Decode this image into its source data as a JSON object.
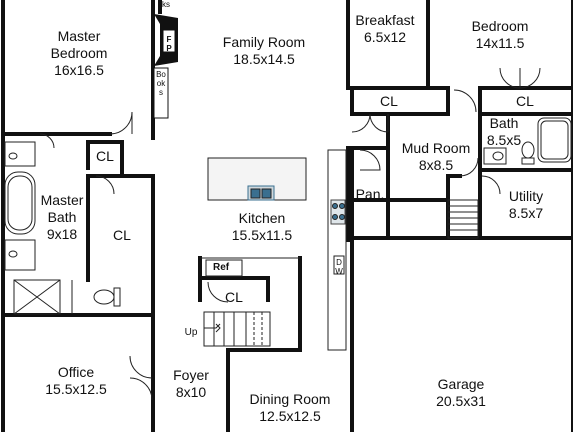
{
  "rooms": {
    "master_bedroom": {
      "name": "Master\nBedroom",
      "dims": "16x16.5"
    },
    "family_room": {
      "name": "Family Room",
      "dims": "18.5x14.5"
    },
    "breakfast": {
      "name": "Breakfast",
      "dims": "6.5x12"
    },
    "bedroom": {
      "name": "Bedroom",
      "dims": "14x11.5"
    },
    "mud_room": {
      "name": "Mud Room",
      "dims": "8x8.5"
    },
    "bath": {
      "name": "Bath",
      "dims": "8.5x5"
    },
    "utility": {
      "name": "Utility",
      "dims": "8.5x7"
    },
    "master_bath": {
      "name": "Master\nBath",
      "dims": "9x18"
    },
    "kitchen": {
      "name": "Kitchen",
      "dims": "15.5x11.5"
    },
    "office": {
      "name": "Office",
      "dims": "15.5x12.5"
    },
    "foyer": {
      "name": "Foyer",
      "dims": "8x10"
    },
    "dining_room": {
      "name": "Dining Room",
      "dims": "12.5x12.5"
    },
    "garage": {
      "name": "Garage",
      "dims": "20.5x31"
    }
  },
  "labels": {
    "closet": "CL",
    "pantry": "Pan.",
    "refrigerator": "Ref",
    "dishwasher": "DW",
    "up": "Up",
    "fireplace": "FP",
    "books_top": "ks",
    "books": "Books"
  },
  "colors": {
    "wall": "#111111",
    "line": "#222222",
    "island": "#f4f4f4",
    "sink": "#3a6f8f"
  }
}
